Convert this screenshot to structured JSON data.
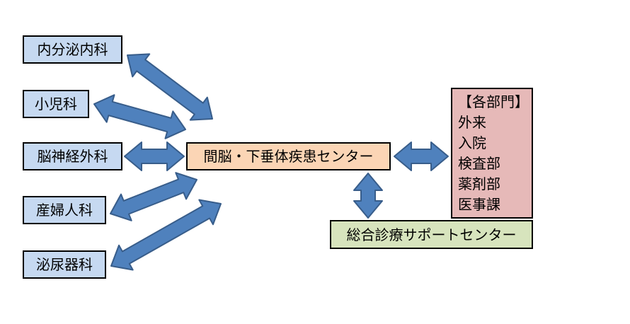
{
  "departments": [
    "内分泌内科",
    "小児科",
    "脳神経外科",
    "産婦人科",
    "泌尿器科"
  ],
  "center": "間脳・下垂体疾患センター",
  "support": "総合診療サポートセンター",
  "units": {
    "heading": "【各部門】",
    "items": [
      "外来",
      "入院",
      "検査部",
      "薬剤部",
      "医事課"
    ]
  },
  "colors": {
    "department_fill": "#c6d9f1",
    "center_fill": "#fbd5b5",
    "support_fill": "#d7e4bd",
    "units_fill": "#e6b9b8",
    "arrow_fill": "#4f81bd",
    "arrow_stroke": "#385d8a"
  }
}
